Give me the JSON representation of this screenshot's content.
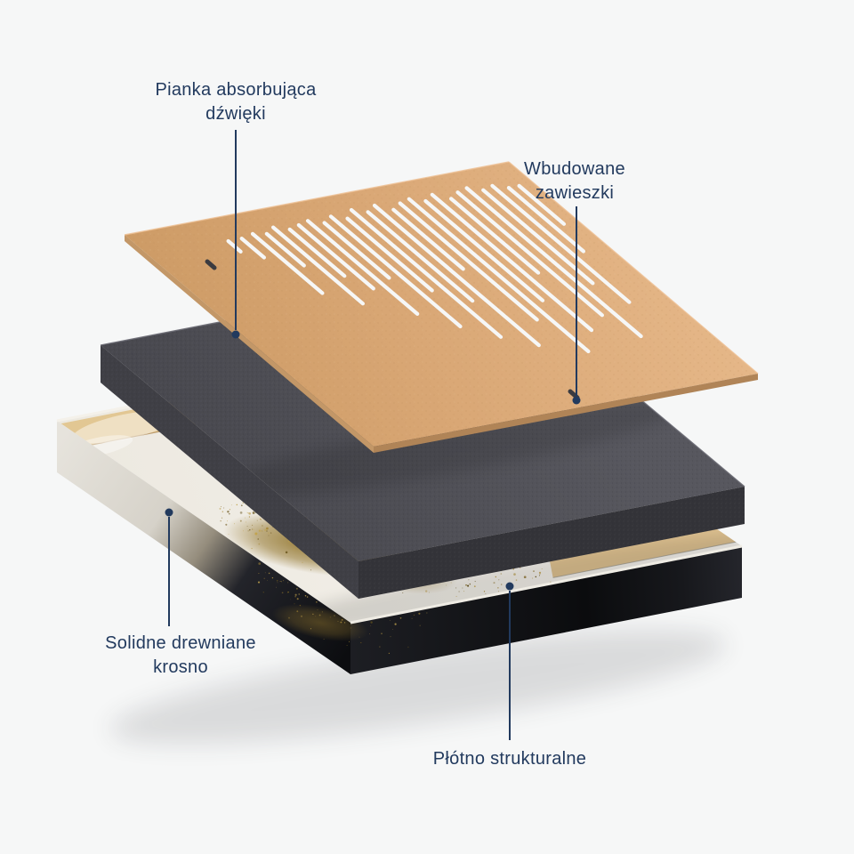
{
  "page": {
    "background": "#f6f7f7"
  },
  "colors": {
    "label_text": "#223a5e",
    "leader_line": "#223a5e",
    "board_top": "#dcab7c",
    "board_side": "#c39767",
    "foam_top": "#4a4a50",
    "foam_side": "#3a3a40",
    "canvas_top": "#f4f1ea",
    "canvas_side_black": "#101114",
    "wood_frame": "#dfc291",
    "gold_glitter": "#a8893a",
    "slot_cut": "#f6f7f7"
  },
  "labels": {
    "foam": {
      "line1": "Pianka absorbująca",
      "line2": "dźwięki"
    },
    "hangers": {
      "line1": "Wbudowane",
      "line2": "zawieszki"
    },
    "frame": {
      "line1": "Solidne drewniane",
      "line2": "krosno"
    },
    "canvas": {
      "line1": "Płótno strukturalne"
    }
  },
  "board_slots": [
    [
      0.205,
      0.1,
      0.05
    ],
    [
      0.24,
      0.1,
      0.09
    ],
    [
      0.275,
      0.09,
      0.28
    ],
    [
      0.305,
      0.1,
      0.15
    ],
    [
      0.335,
      0.08,
      0.36
    ],
    [
      0.365,
      0.1,
      0.22
    ],
    [
      0.395,
      0.09,
      0.3
    ],
    [
      0.425,
      0.08,
      0.44
    ],
    [
      0.455,
      0.1,
      0.26
    ],
    [
      0.485,
      0.08,
      0.52
    ],
    [
      0.515,
      0.1,
      0.34
    ],
    [
      0.545,
      0.07,
      0.6
    ],
    [
      0.575,
      0.09,
      0.42
    ],
    [
      0.605,
      0.07,
      0.66
    ],
    [
      0.635,
      0.1,
      0.28
    ],
    [
      0.665,
      0.08,
      0.55
    ],
    [
      0.695,
      0.07,
      0.72
    ],
    [
      0.725,
      0.09,
      0.47
    ],
    [
      0.755,
      0.07,
      0.64
    ],
    [
      0.785,
      0.1,
      0.35
    ],
    [
      0.815,
      0.08,
      0.58
    ],
    [
      0.845,
      0.07,
      0.7
    ],
    [
      0.875,
      0.09,
      0.44
    ],
    [
      0.905,
      0.08,
      0.55
    ],
    [
      0.935,
      0.1,
      0.3
    ],
    [
      0.962,
      0.1,
      0.18
    ]
  ],
  "hanger_marks": [
    [
      233,
      294,
      241,
      301
    ],
    [
      641,
      440,
      649,
      447
    ]
  ],
  "glitter": {
    "band_start": [
      245,
      575
    ],
    "band_end": [
      640,
      665
    ],
    "half_width": 55,
    "count": 650,
    "side_count": 90,
    "seed": 7,
    "palette": [
      "#a8893a",
      "#8f7430",
      "#c2a34e",
      "#6b571f",
      "#b89a45"
    ]
  }
}
